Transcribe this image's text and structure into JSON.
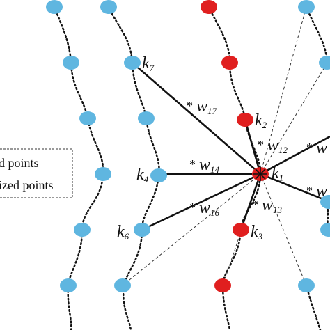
{
  "colors": {
    "blue_point": "#5fb6e0",
    "red_point": "#e01f1f",
    "edge": "#111111",
    "dashed_edge": "#333333",
    "background": "#ffffff"
  },
  "legend": {
    "items": [
      {
        "label": "d points",
        "marker": "blue"
      },
      {
        "label": "ized points",
        "marker": "red"
      }
    ]
  },
  "node_labels": {
    "k1": {
      "base": "k",
      "sub": "1"
    },
    "k2": {
      "base": "k",
      "sub": "2"
    },
    "k3": {
      "base": "k",
      "sub": "3"
    },
    "k4": {
      "base": "k",
      "sub": "4"
    },
    "k6": {
      "base": "k",
      "sub": "6"
    },
    "k7": {
      "base": "k",
      "sub": "7"
    }
  },
  "weight_labels": {
    "w17": {
      "prefix": "*",
      "base": "w",
      "sub": "17"
    },
    "w12": {
      "prefix": "*",
      "base": "w",
      "sub": "12"
    },
    "w14": {
      "prefix": "*",
      "base": "w",
      "sub": "14"
    },
    "w16": {
      "prefix": "*",
      "base": "w",
      "sub": "16"
    },
    "w13": {
      "prefix": "*",
      "base": "w",
      "sub": "13"
    },
    "w_right_top": {
      "prefix": "*",
      "base": "w",
      "sub": ""
    },
    "w_right_bottom": {
      "prefix": "*",
      "base": "w",
      "sub": ""
    }
  }
}
